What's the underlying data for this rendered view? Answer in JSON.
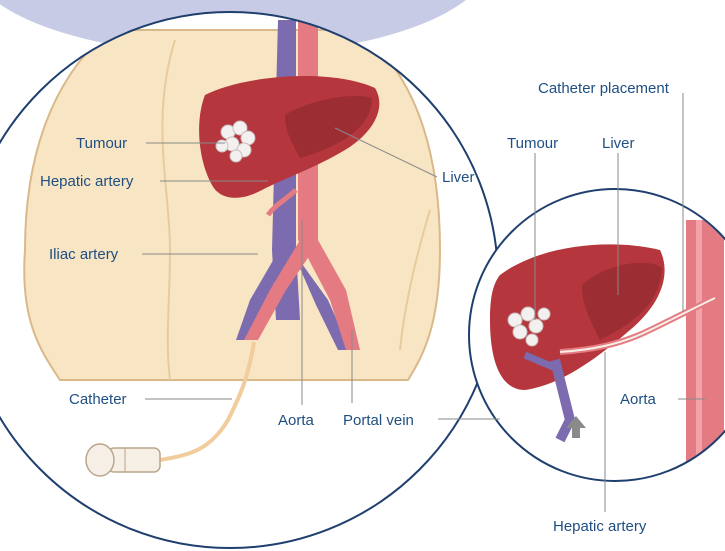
{
  "colors": {
    "ring": "#1f3f6e",
    "skin": "#f8e5c3",
    "skin_edge": "#d9b98a",
    "liver": "#b5363c",
    "liver_dark": "#8e2a30",
    "artery": "#e47b83",
    "vein": "#7d6bb0",
    "label_text": "#1f4f82",
    "leader_line": "#8a8a8a",
    "header_bubble": "#c7cbe6"
  },
  "main_labels": {
    "tumour": "Tumour",
    "hepatic_artery": "Hepatic artery",
    "liver": "Liver",
    "iliac_artery": "Iliac artery",
    "catheter": "Catheter",
    "aorta": "Aorta",
    "portal_vein": "Portal vein"
  },
  "inset_labels": {
    "catheter_placement": "Catheter placement",
    "tumour": "Tumour",
    "liver": "Liver",
    "aorta": "Aorta",
    "hepatic_artery": "Hepatic artery"
  }
}
